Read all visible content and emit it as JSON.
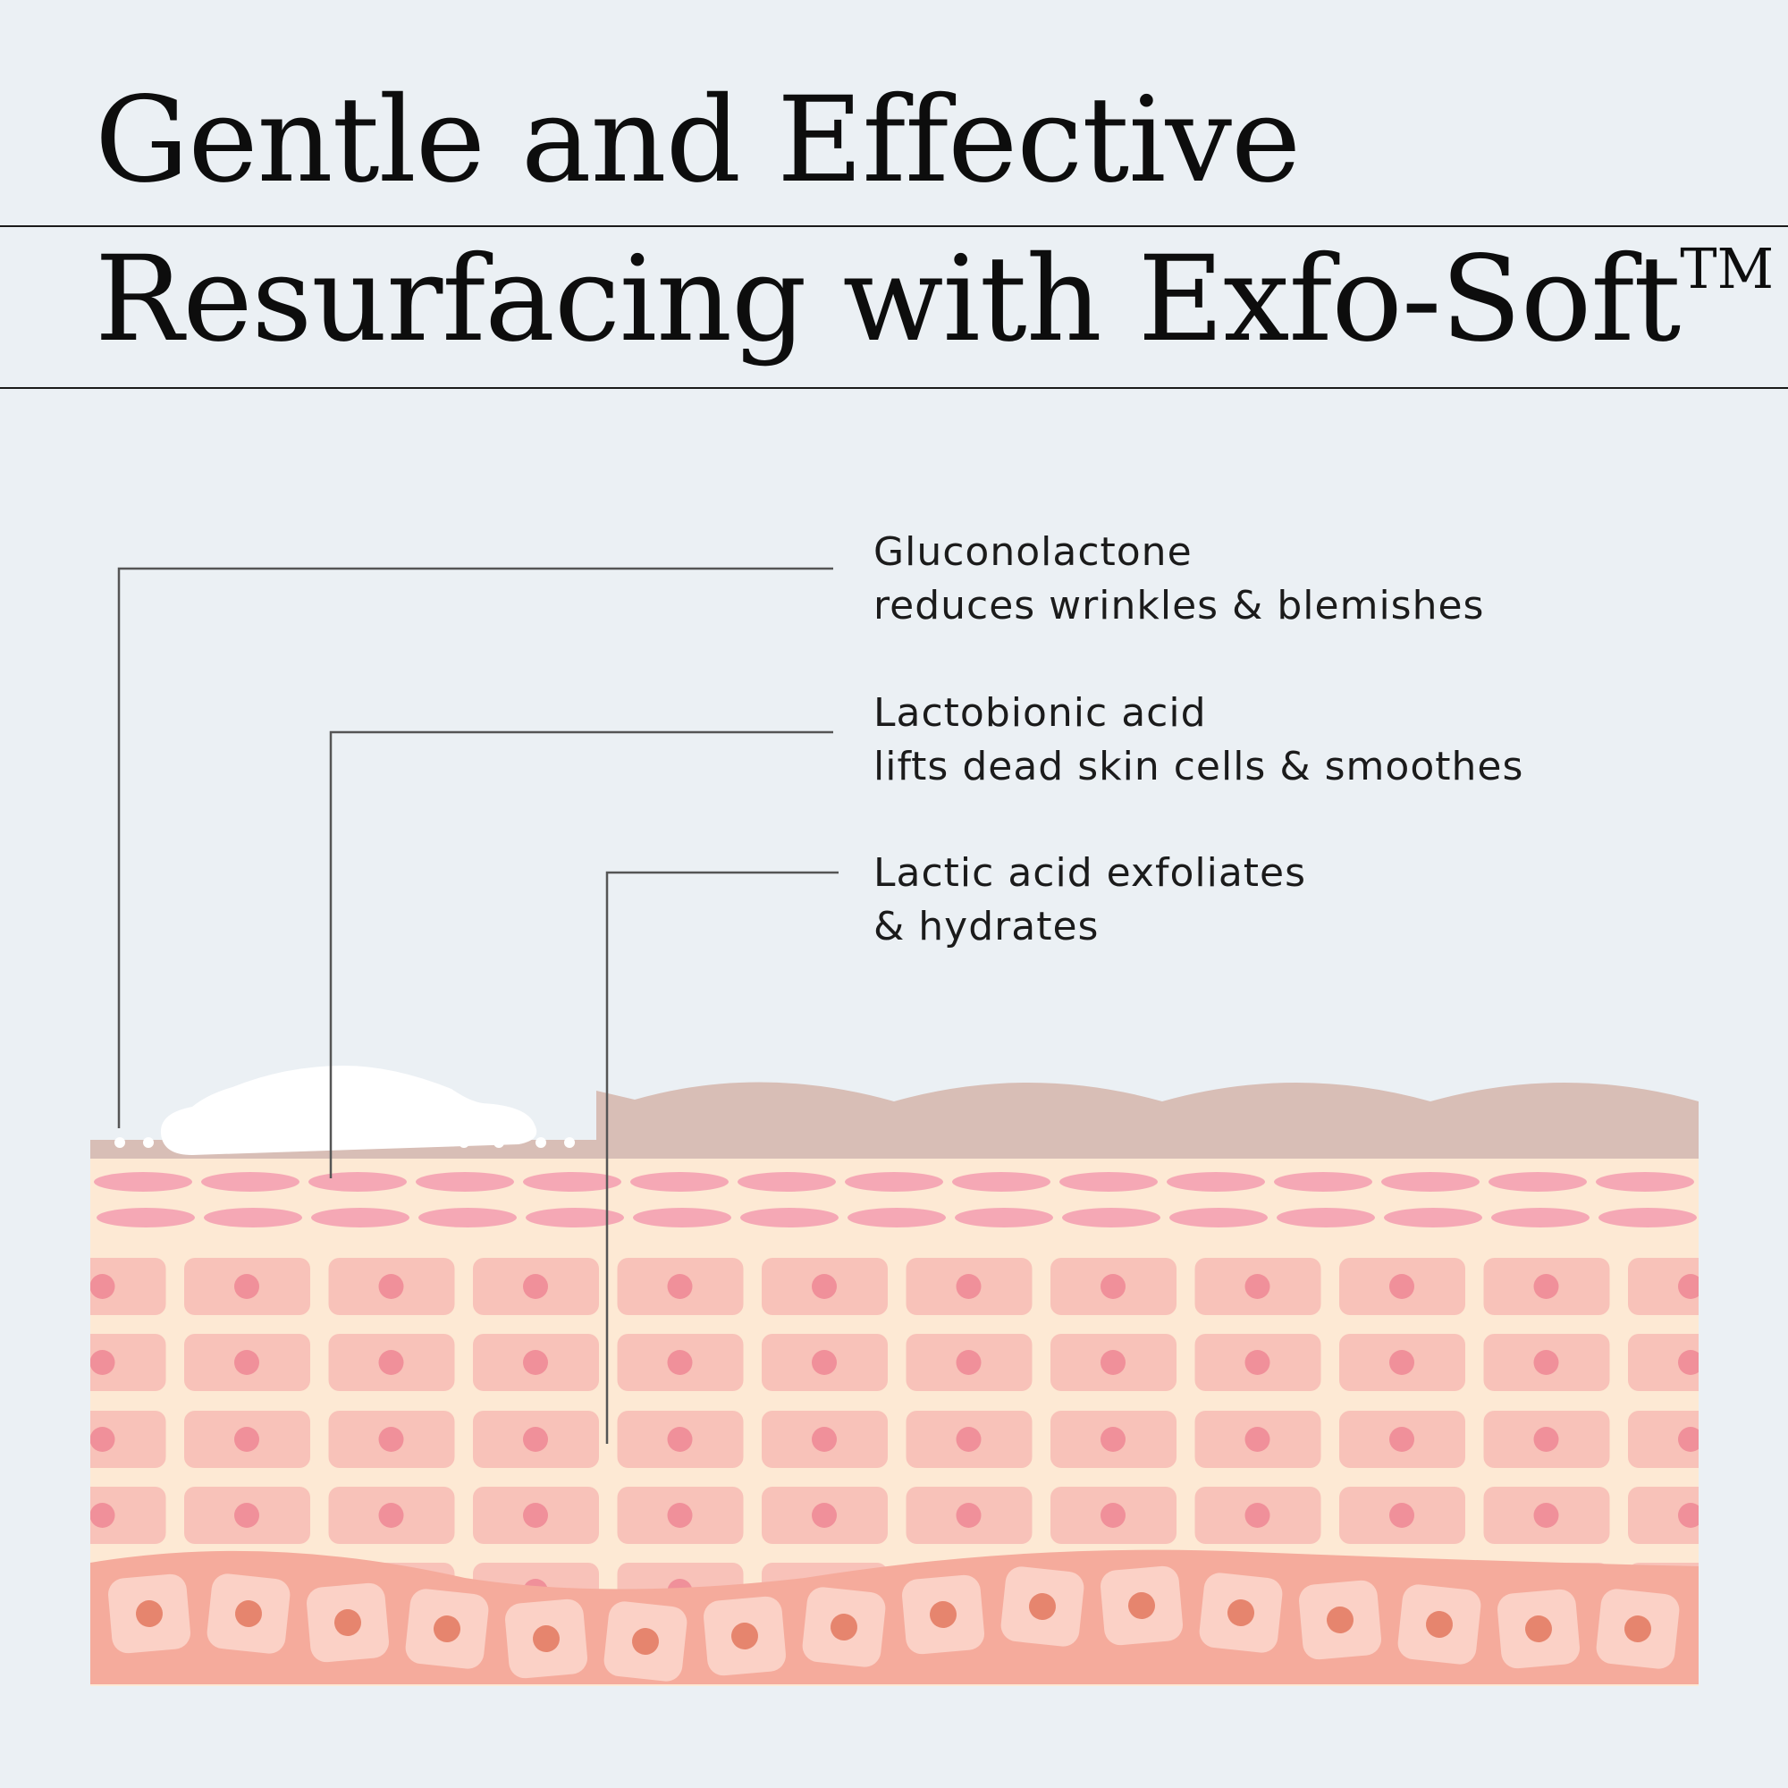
{
  "title": {
    "line1": "Gentle and Effective",
    "line2": "Resurfacing with Exfo-Soft",
    "trademark": "TM"
  },
  "callouts": [
    {
      "name": "Gluconolactone",
      "line1": "Gluconolactone",
      "line2": "reduces wrinkles & blemishes"
    },
    {
      "name": "Lactobionic acid",
      "line1": "Lactobionic acid",
      "line2": "lifts dead skin cells & smoothes"
    },
    {
      "name": "Lactic acid",
      "line1": "Lactic acid exfoliates",
      "line2": "& hydrates"
    }
  ],
  "colors": {
    "background": "#ebf0f4",
    "leader_line": "#555555",
    "surface_layer": "#d8beb6",
    "cream_product": "#ffffff",
    "skin_base": "#fde9d4",
    "lens_cells": "#f5a8b5",
    "cells": "#f8c2b9",
    "cell_nucleus": "#f0909a",
    "basal_layer": "#f5ab9c",
    "basal_cells": "#fbd1c6",
    "basal_nucleus": "#e6856e"
  }
}
